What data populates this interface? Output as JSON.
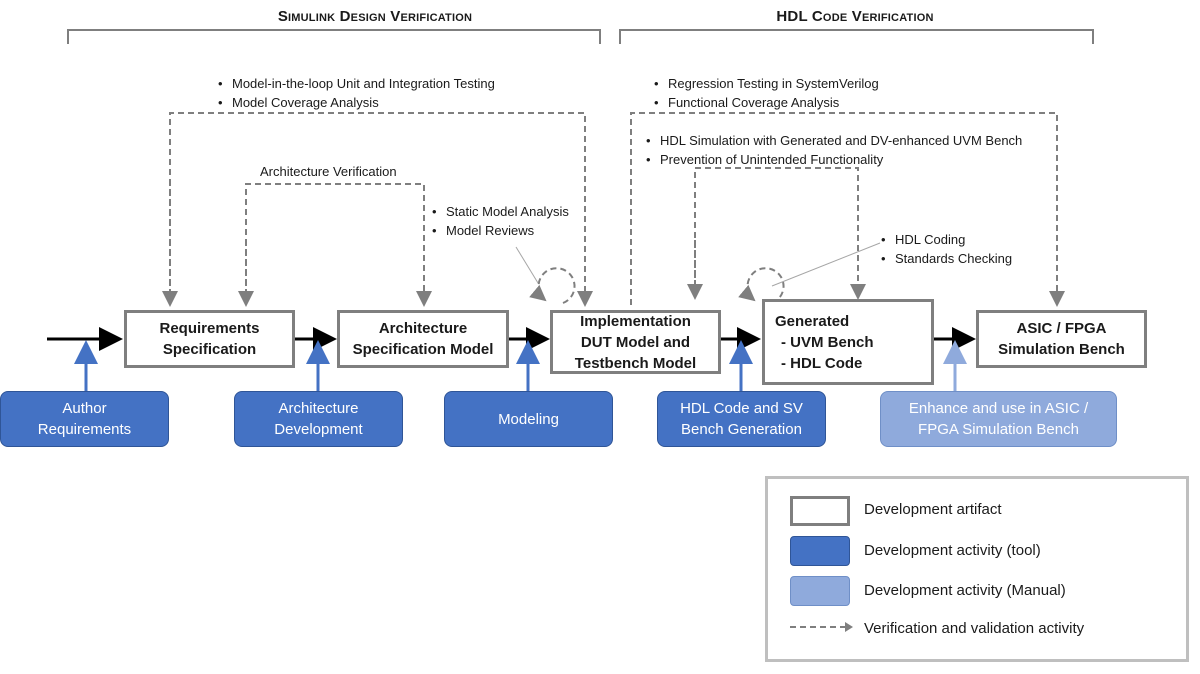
{
  "sections": {
    "simulink": "Simulink Design Verification",
    "hdl": "HDL Code Verification"
  },
  "annotations": {
    "model_testing": [
      "Model-in-the-loop Unit and Integration Testing",
      "Model Coverage Analysis"
    ],
    "architecture_verification": "Architecture Verification",
    "static_analysis": [
      "Static Model Analysis",
      "Model Reviews"
    ],
    "regression": [
      "Regression Testing in SystemVerilog",
      "Functional Coverage Analysis"
    ],
    "hdl_simulation": [
      "HDL Simulation with Generated and DV-enhanced UVM Bench",
      "Prevention of Unintended Functionality"
    ],
    "hdl_coding": [
      "HDL Coding",
      "Standards Checking"
    ]
  },
  "artifacts": {
    "requirements": [
      "Requirements",
      "Specification"
    ],
    "architecture": [
      "Architecture",
      "Specification Model"
    ],
    "implementation": [
      "Implementation",
      "DUT Model and",
      "Testbench Model"
    ],
    "generated": [
      "Generated",
      "- UVM Bench",
      "- HDL Code"
    ],
    "asic": [
      "ASIC / FPGA",
      "Simulation Bench"
    ]
  },
  "activities": {
    "author": [
      "Author",
      "Requirements"
    ],
    "arch_dev": [
      "Architecture",
      "Development"
    ],
    "modeling": [
      "Modeling"
    ],
    "hdl_gen": [
      "HDL Code and SV",
      "Bench Generation"
    ],
    "enhance": [
      "Enhance and use in ASIC /",
      "FPGA Simulation Bench"
    ]
  },
  "legend": {
    "artifact": "Development artifact",
    "tool": "Development activity (tool)",
    "manual": "Development activity (Manual)",
    "verification": "Verification and validation activity"
  },
  "colors": {
    "activity_tool": "#4472c4",
    "activity_manual": "#8faadc",
    "artifact_border": "#7f7f7f",
    "dashed": "#7f7f7f",
    "flow": "#000000"
  }
}
